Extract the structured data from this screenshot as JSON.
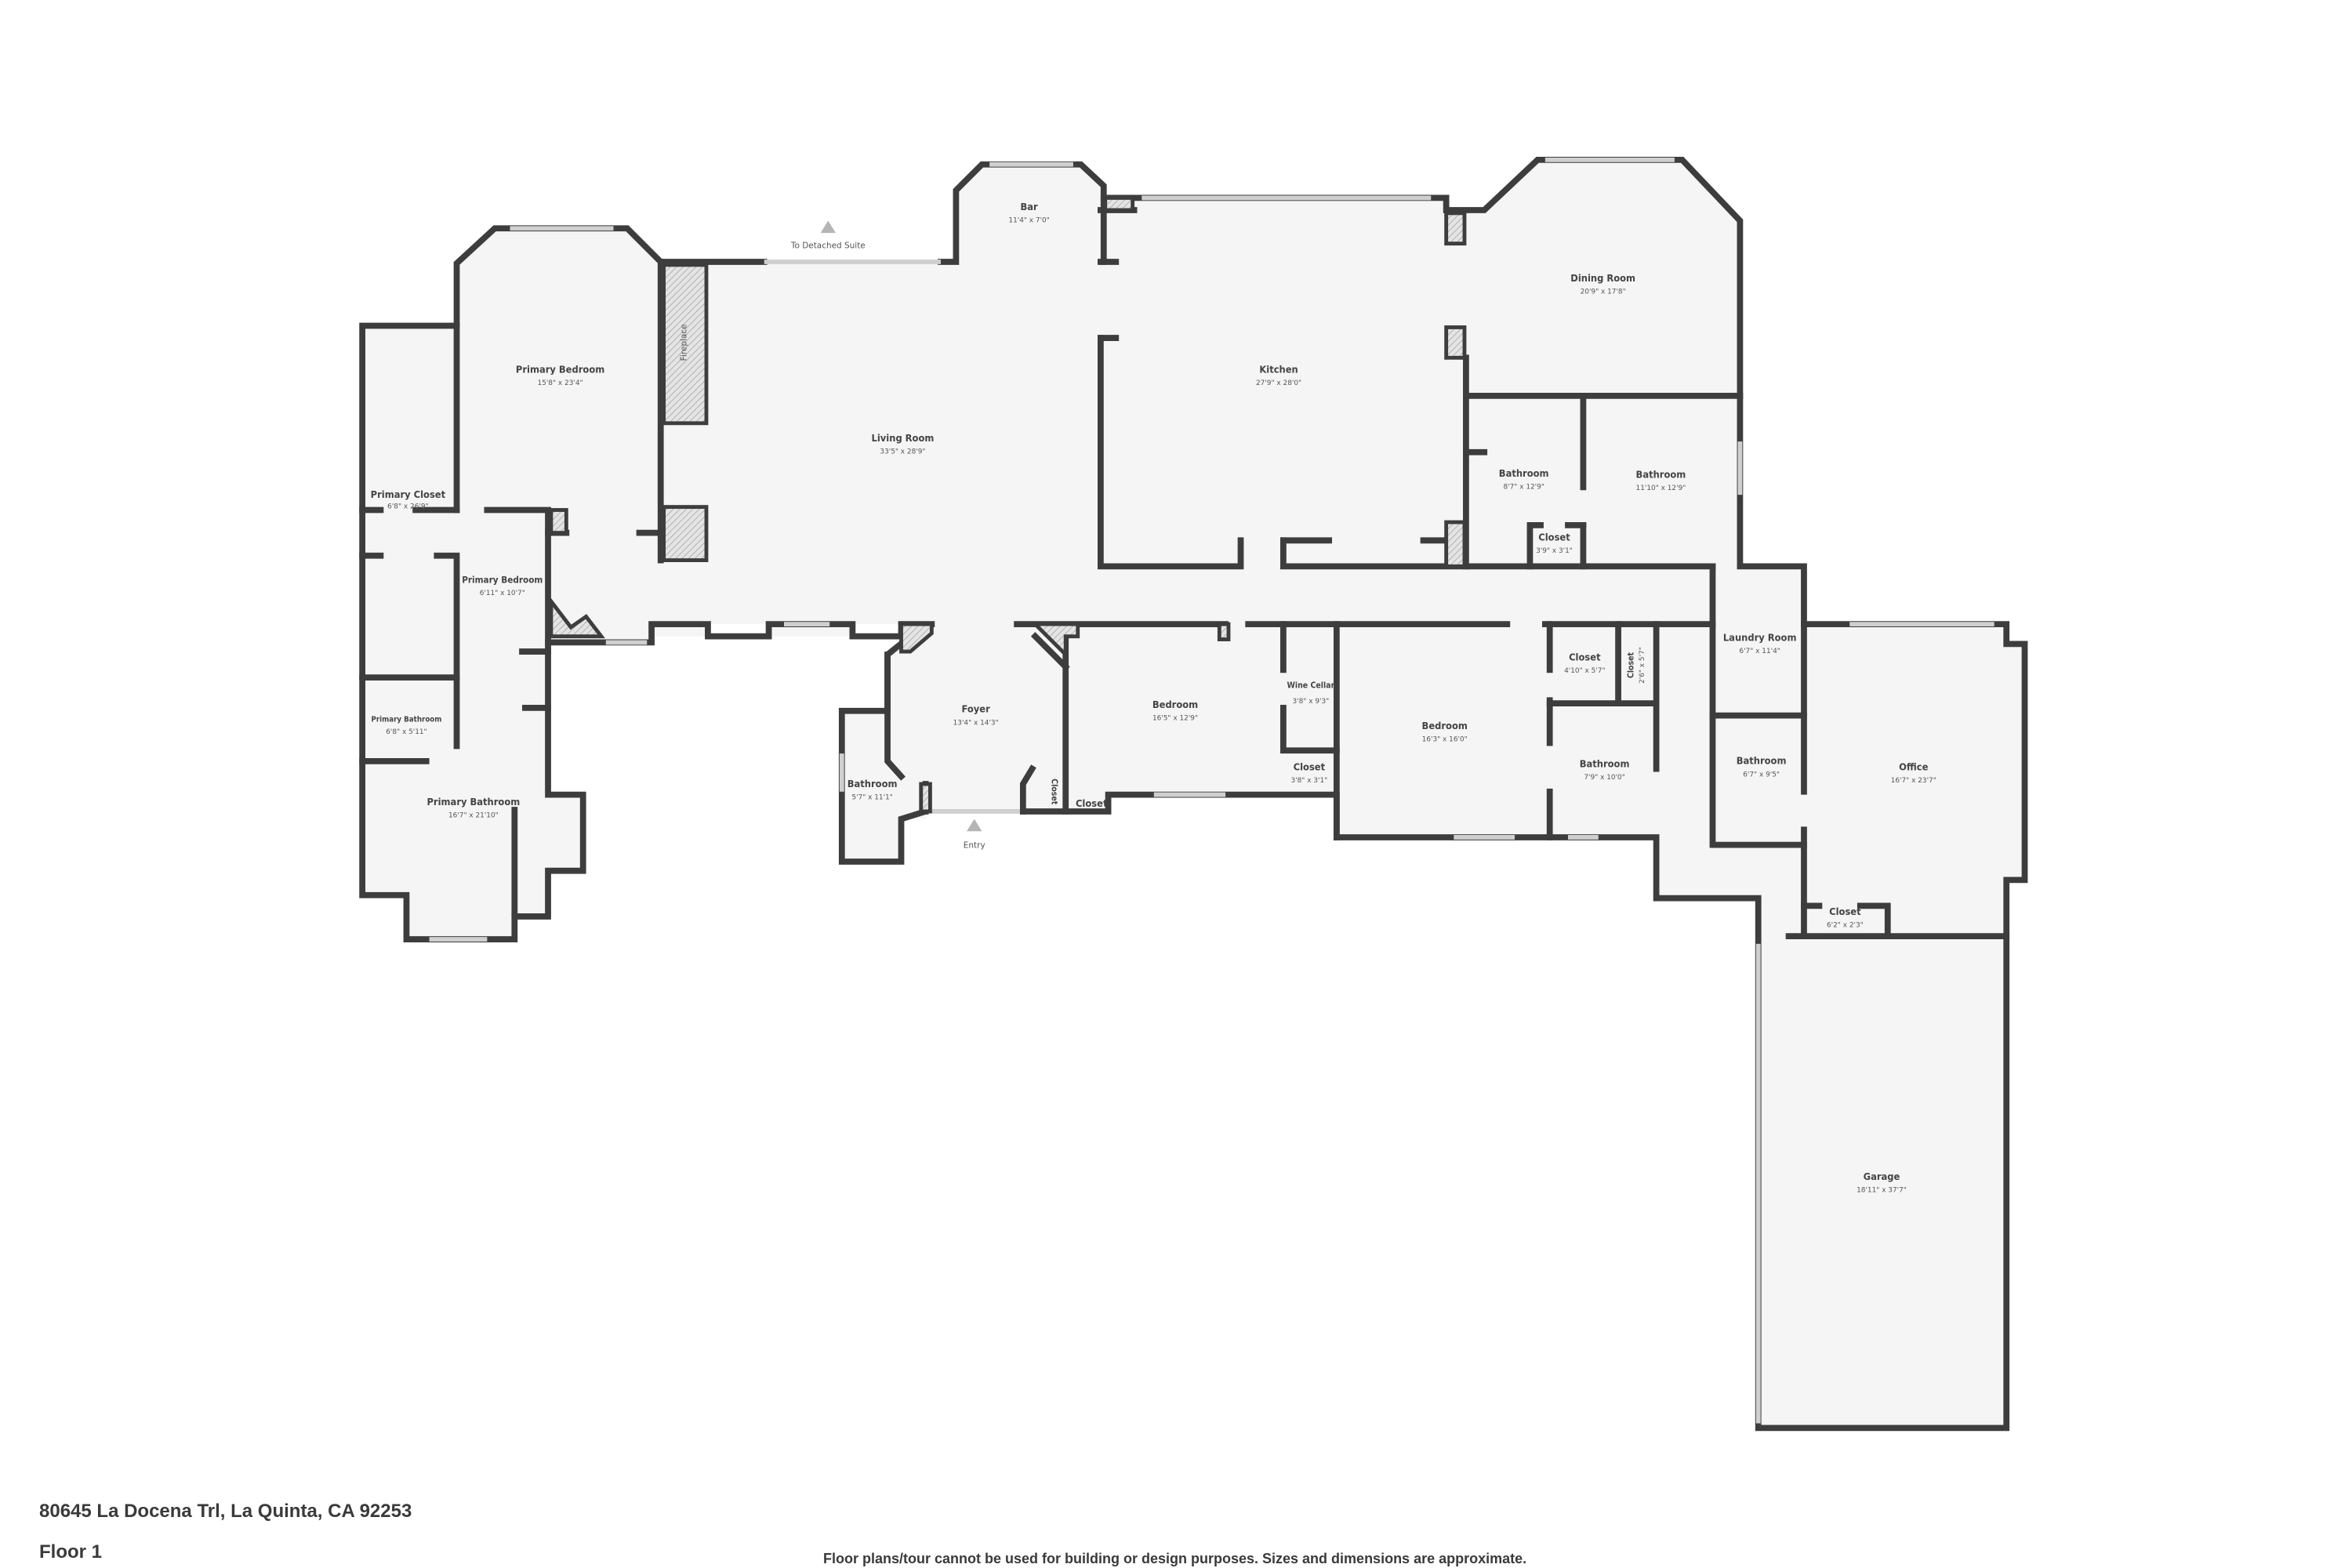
{
  "plan": {
    "markers": {
      "detached_suite": "To Detached Suite",
      "entry": "Entry",
      "fireplace": "Fireplace"
    },
    "rooms": [
      {
        "name": "Bar",
        "dims": "11'4\" x 7'0\""
      },
      {
        "name": "Dining Room",
        "dims": "20'9\" x 17'8\""
      },
      {
        "name": "Primary Bedroom",
        "dims": "15'8\" x 23'4\""
      },
      {
        "name": "Kitchen",
        "dims": "27'9\" x 28'0\""
      },
      {
        "name": "Living Room",
        "dims": "33'5\" x 28'9\""
      },
      {
        "name": "Bathroom",
        "dims": "8'7\" x 12'9\""
      },
      {
        "name": "Bathroom",
        "dims": "11'10\" x 12'9\""
      },
      {
        "name": "Closet",
        "dims": "3'9\" x 3'1\""
      },
      {
        "name": "Primary Closet",
        "dims": "6'8\" x 26'9\""
      },
      {
        "name": "Primary Bedroom",
        "dims": "6'11\" x 10'7\""
      },
      {
        "name": "Laundry Room",
        "dims": "6'7\" x 11'4\""
      },
      {
        "name": "Wine Cellar",
        "dims": "3'8\" x 9'3\""
      },
      {
        "name": "Closet",
        "dims": "4'10\" x 5'7\""
      },
      {
        "name": "Closet",
        "dims": "2'6\" x 5'7\""
      },
      {
        "name": "Bedroom",
        "dims": "16'5\" x 12'9\""
      },
      {
        "name": "Primary Bathroom",
        "dims": "6'8\" x 5'11\""
      },
      {
        "name": "Foyer",
        "dims": "13'4\" x 14'3\""
      },
      {
        "name": "Bedroom",
        "dims": "16'3\" x 16'0\""
      },
      {
        "name": "Bathroom",
        "dims": "6'7\" x 9'5\""
      },
      {
        "name": "Office",
        "dims": "16'7\" x 23'7\""
      },
      {
        "name": "Bathroom",
        "dims": "7'9\" x 10'0\""
      },
      {
        "name": "Closet",
        "dims": "3'8\" x 3'1\""
      },
      {
        "name": "Bathroom",
        "dims": "5'7\" x 11'1\""
      },
      {
        "name": "Closet",
        "dims": ""
      },
      {
        "name": "Closet",
        "dims": ""
      },
      {
        "name": "Primary Bathroom",
        "dims": "16'7\" x 21'10\""
      },
      {
        "name": "Closet",
        "dims": "6'2\" x 2'3\""
      },
      {
        "name": "Garage",
        "dims": "18'11\" x 37'7\""
      }
    ],
    "colors": {
      "wall": "#3d3d3d",
      "floor": "#f5f5f5",
      "text": "#444444"
    }
  },
  "footer": {
    "address": "80645 La Docena Trl, La Quinta, CA 92253",
    "floor": "Floor 1",
    "disclaimer": "Floor plans/tour cannot be used for building or design purposes. Sizes and dimensions are approximate."
  }
}
